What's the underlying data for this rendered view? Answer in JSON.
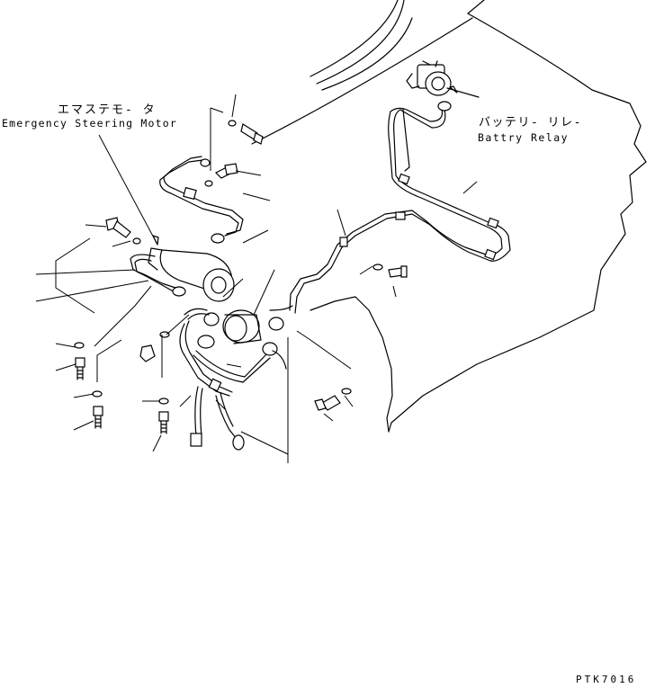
{
  "labels": {
    "motor_jp": "エマステモ- タ",
    "motor_en": "Emergency Steering Motor",
    "relay_jp": "バッテリ- リレ-",
    "relay_en": "Battry Relay",
    "drawing_code": "PTK7016"
  },
  "colors": {
    "ink": "#000000",
    "paper": "#ffffff"
  }
}
